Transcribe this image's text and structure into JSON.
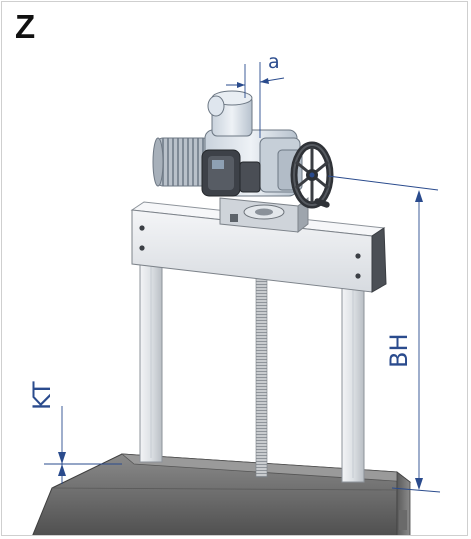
{
  "figure": {
    "panel_label": "Z",
    "dimensions": {
      "a": "a",
      "BH": "BH",
      "KT": "KT"
    }
  },
  "colors": {
    "dimension_line": "#2a4b8d",
    "actuator_body": "#dfe6ee",
    "frame": "#e9ecef",
    "base": "#6e6e6e",
    "handwheel": "#3a3d42"
  },
  "icons": [
    "handwheel-icon",
    "actuator-icon",
    "valve-frame-icon"
  ]
}
